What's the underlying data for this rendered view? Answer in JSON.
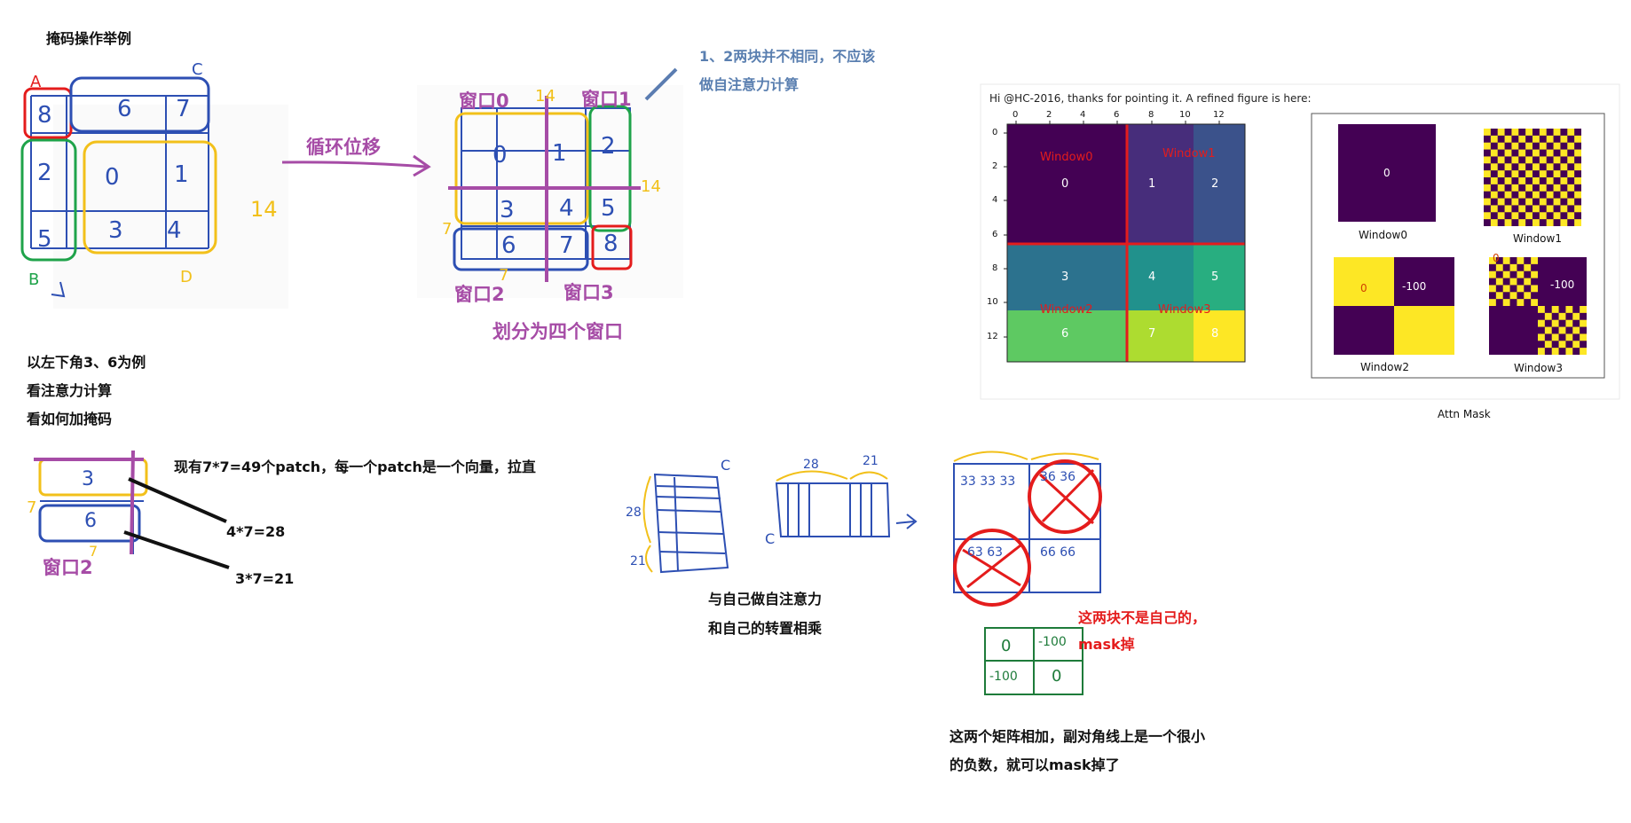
{
  "title": "掩码操作举例",
  "arrow_label": "循环位移",
  "note_top": [
    "1、2两块并不相同，不应该",
    "做自注意力计算"
  ],
  "windows": [
    "窗口0",
    "窗口1",
    "窗口2",
    "窗口3"
  ],
  "divide_label": "划分为四个窗口",
  "left_notes": [
    "以左下角3、6为例",
    "看注意力计算",
    "看如何加掩码"
  ],
  "patch_note": "现有7*7=49个patch，每一个patch是一个向量，拉直",
  "calc_1": "4*7=28",
  "calc_2": "3*7=21",
  "window2_small": "窗口2",
  "self_attn": [
    "与自己做自注意力",
    "和自己的转置相乘"
  ],
  "red_note": [
    "这两块不是自己的，",
    "mask掉"
  ],
  "bottom_note": [
    "这两个矩阵相加，副对角线上是一个很小",
    "的负数，就可以mask掉了"
  ],
  "region_letters": {
    "a": "A",
    "b": "B",
    "c": "C",
    "d": "D"
  },
  "sketch_nums": {
    "n8": "8",
    "n6": "6",
    "n7": "7",
    "n2": "2",
    "n5": "5",
    "n0": "0",
    "n1": "1",
    "n3": "3",
    "n4": "4",
    "n14": "14",
    "n7b": "7"
  },
  "figure": {
    "caption": "Hi @HC-2016, thanks for pointing it. A refined figure is here:",
    "x_ticks": [
      "0",
      "2",
      "4",
      "6",
      "8",
      "10",
      "12"
    ],
    "y_ticks": [
      "0",
      "2",
      "4",
      "6",
      "8",
      "10",
      "12"
    ],
    "cells": [
      "0",
      "1",
      "2",
      "3",
      "4",
      "5",
      "6",
      "7",
      "8"
    ],
    "window_labels": [
      "Window0",
      "Window1",
      "Window2",
      "Window3"
    ],
    "mask_titles": [
      "Window0",
      "Window1",
      "Window2",
      "Window3"
    ],
    "mask_values": {
      "w0": "0",
      "w2a": "0",
      "w2b": "-100",
      "w3a": "0",
      "w3b": "-100"
    },
    "attn_mask": "Attn Mask"
  },
  "hand_matrix": {
    "c": "C",
    "r28": "28",
    "r21": "21",
    "top21": "21",
    "top28": "28",
    "v33": "33 33 33",
    "v36": "36 36",
    "v63": "63 63",
    "v66": "66 66",
    "mask0": "0",
    "maskm100": "-100"
  },
  "colors": {
    "purple": "#a64ca6",
    "blue": "#2d4fb3",
    "red": "#e41c1c",
    "green": "#1fa34a",
    "yellow": "#f2c01a",
    "note_blue": "#5a7fb0",
    "steel": "#5b7db1"
  }
}
